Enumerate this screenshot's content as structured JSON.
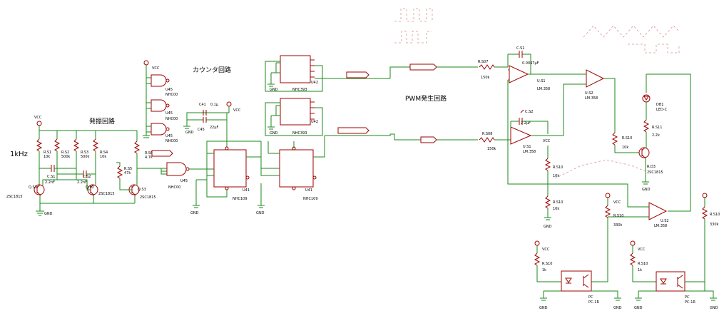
{
  "sections": {
    "oscillator": "発振回路",
    "counter": "カウンタ回路",
    "pwm": "PWM発生回路",
    "frequency": "1kHz"
  },
  "net": {
    "vcc": "VCC",
    "gnd": "GND"
  },
  "oscillator": {
    "rs1": [
      "R.S1",
      "10k"
    ],
    "rs2": [
      "R.S2",
      "500k"
    ],
    "rs3": [
      "R.S3",
      "500k"
    ],
    "rs4": [
      "R.S4",
      "10k"
    ],
    "rs5": [
      "R.S5",
      "47k"
    ],
    "rs6": [
      "R.S6",
      "4.7k"
    ],
    "cs1": [
      "C.S1",
      "2.2nF"
    ],
    "cs2": [
      "C.S2",
      "2.2nF"
    ],
    "qs1": [
      "Q.S1",
      "2SC1815"
    ],
    "qs2": [
      "Q.S2",
      "2SC1815"
    ],
    "qs3": [
      "Q.S3",
      "2SC1815"
    ]
  },
  "gates": {
    "u45_top1": [
      "U45",
      "NHC00"
    ],
    "u45_top2": [
      "U45",
      "NHC00"
    ],
    "u45_top3": [
      "U45",
      "NHC00"
    ],
    "u45_main": [
      "U45",
      "NHC00"
    ]
  },
  "counter": {
    "c41": [
      "C41",
      "0.1μ"
    ],
    "c45": [
      "C45",
      "22μF"
    ],
    "u41a": [
      "U41",
      "NHC109"
    ],
    "u41b": [
      "U41",
      "NHC109"
    ],
    "u42a": [
      "U42",
      "NHC393"
    ],
    "u42b": [
      "U42",
      "NHC393"
    ]
  },
  "pwm": {
    "rs07": [
      "R.S07",
      "150k"
    ],
    "rs08": [
      "R.S08",
      "150k"
    ],
    "cs1": [
      "C.S1",
      "0.0047μF"
    ],
    "cs2": [
      "C.S2",
      "2.2μF"
    ],
    "us1a": [
      "U.S1",
      "LM.358"
    ],
    "us1b": [
      "U.S1",
      "LM.358"
    ],
    "us2a": [
      "U.S2",
      "LM.358"
    ],
    "us2b": [
      "U.S2",
      "LM.358"
    ],
    "rs10a": [
      "R.S10",
      "10k"
    ],
    "rs10b": [
      "R.S10",
      "10k"
    ],
    "rs10c": [
      "R.S10",
      "10k"
    ],
    "rs10d": [
      "R.S10",
      "330k"
    ],
    "rs10e": [
      "R.S10",
      "330k"
    ],
    "rs10f": [
      "R.S10",
      "1k"
    ],
    "rs10g": [
      "R.S10",
      "1k"
    ],
    "rs11": [
      "R.S11",
      "2.2k"
    ],
    "db1": [
      "DB1",
      "LED-C"
    ],
    "rd3": [
      "R.D3",
      "2SC1815"
    ],
    "pc1": [
      "PC",
      "PC-1R"
    ],
    "pc2": [
      "PC",
      "PC-1R"
    ]
  }
}
